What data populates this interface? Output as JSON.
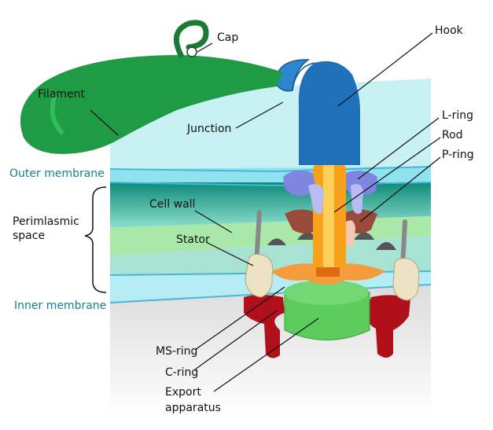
{
  "labels": {
    "cap": "Cap",
    "hook": "Hook",
    "filament": "Filament",
    "junction": "Junction",
    "l_ring": "L-ring",
    "rod": "Rod",
    "p_ring": "P-ring",
    "outer_membrane": "Outer membrane",
    "periplasmic_line1": "Perimlasmic",
    "periplasmic_line2": "space",
    "cell_wall": "Cell wall",
    "stator": "Stator",
    "inner_membrane": "Inner membrane",
    "ms_ring": "MS-ring",
    "c_ring": "C-ring",
    "export_line1": "Export",
    "export_line2": "apparatus"
  },
  "colors": {
    "filament": "#1f9b45",
    "hook": "#1f72b9",
    "outer_membrane": "#8fe3ee",
    "periplasm": "#6cc5aa",
    "cell_wall": "#a9e8a9",
    "inner_membrane": "#b6ecf3",
    "rod": "#f7a21a",
    "l_ring": "#7f86e0",
    "p_ring": "#9a4a3a",
    "ms_ring": "#f59b3c",
    "c_ring": "#b0101a",
    "export_apparatus": "#5ccc5c",
    "stator": "#ece3c5",
    "label_teal": "#1b7b94"
  }
}
